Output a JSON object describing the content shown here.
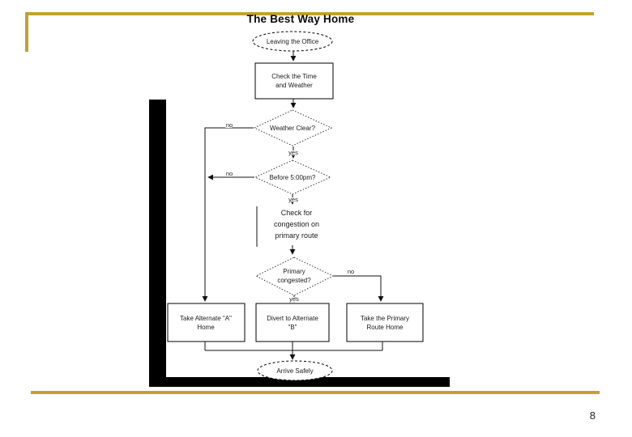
{
  "slide": {
    "title": "The Best Way Home",
    "page_number": "8"
  },
  "colors": {
    "accent_gold": "#C2A22F",
    "bar_black": "#000000"
  },
  "flowchart": {
    "start": {
      "label": "Leaving the Office"
    },
    "check_time": {
      "line1": "Check the Time",
      "line2": "and Weather"
    },
    "weather_clear": {
      "label": "Weather Clear?"
    },
    "before_5pm": {
      "label": "Before 5:00pm?"
    },
    "check_congestion": {
      "line1": "Check for",
      "line2": "congestion on",
      "line3": "primary route"
    },
    "primary_congested": {
      "line1": "Primary",
      "line2": "congested?"
    },
    "take_alt_a": {
      "line1": "Take Alternate \"A\"",
      "line2": "Home"
    },
    "divert_alt_b": {
      "line1": "Divert to Alternate",
      "line2": "\"B\""
    },
    "take_primary": {
      "line1": "Take the Primary",
      "line2": "Route Home"
    },
    "arrive": {
      "label": "Arrive Safely"
    },
    "branch_labels": {
      "weather_no": "no",
      "weather_yes": "yes",
      "before_no": "no",
      "before_yes": "yes",
      "congested_yes": "yes",
      "congested_no": "no"
    }
  }
}
